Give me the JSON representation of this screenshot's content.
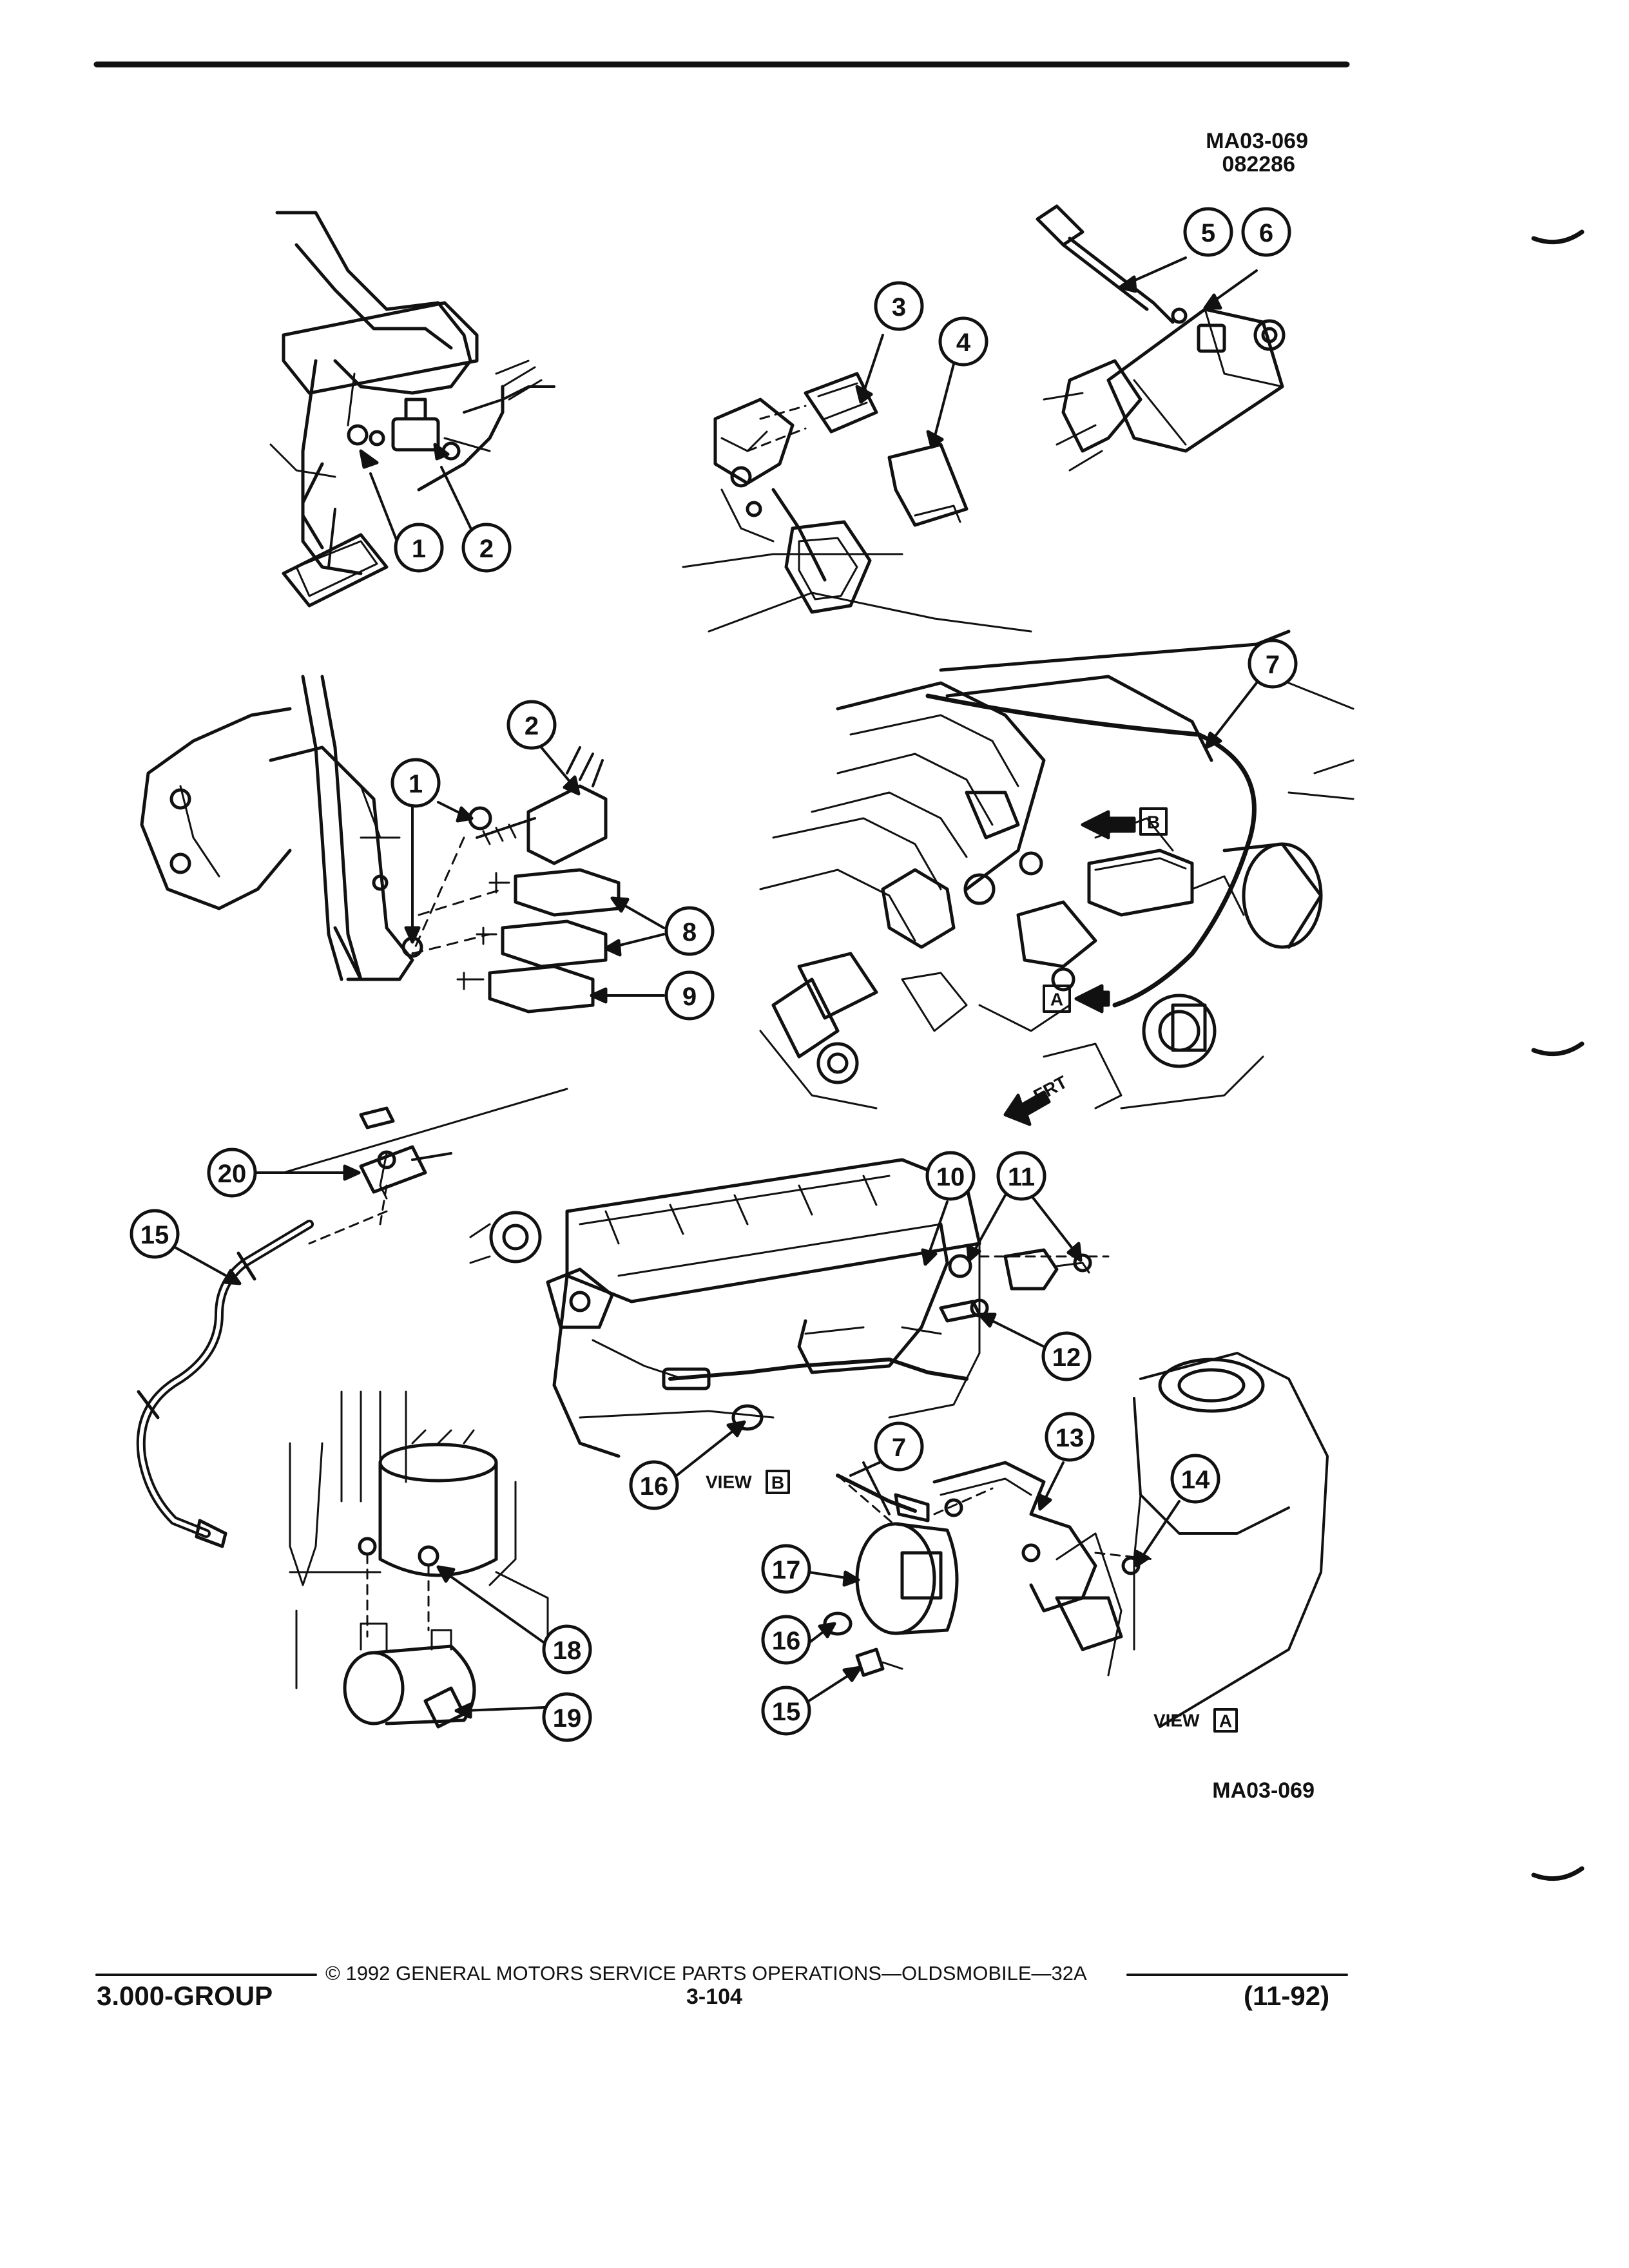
{
  "header": {
    "figure_code": "MA03-069",
    "figure_date": "082286"
  },
  "figure_code_bottom": "MA03-069",
  "callouts": {
    "c1": "1",
    "c2": "2",
    "c3": "3",
    "c4": "4",
    "c5": "5",
    "c6": "6",
    "c7": "7",
    "c8": "8",
    "c9": "9",
    "c10": "10",
    "c11": "11",
    "c12": "12",
    "c13": "13",
    "c14": "14",
    "c15": "15",
    "c16": "16",
    "c17": "17",
    "c18": "18",
    "c19": "19",
    "c20": "20"
  },
  "views": {
    "view_word": "VIEW",
    "a": "A",
    "b": "B",
    "frt": "FRT"
  },
  "footer": {
    "copyright": "© 1992 GENERAL MOTORS SERVICE PARTS OPERATIONS—OLDSMOBILE—32A",
    "group": "3.000-GROUP",
    "page": "3-104",
    "date": "(11-92)"
  },
  "colors": {
    "ink": "#111111",
    "paper": "#ffffff"
  }
}
